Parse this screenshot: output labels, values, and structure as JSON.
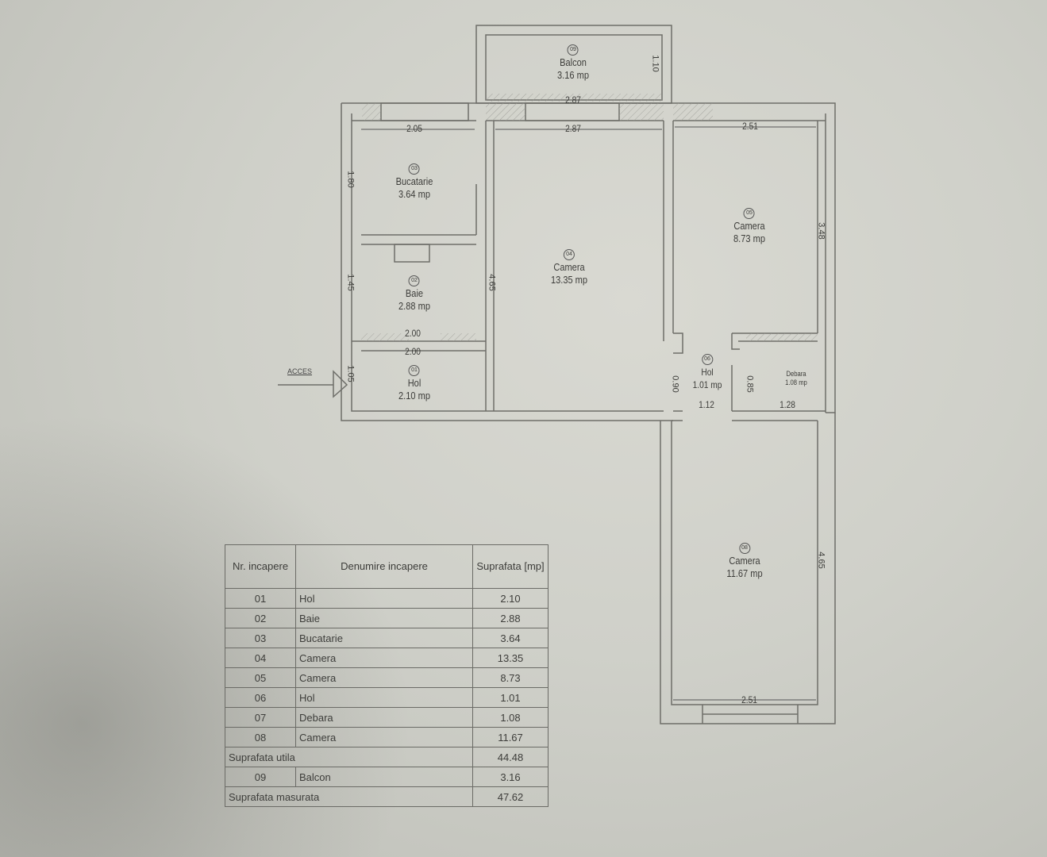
{
  "document": {
    "type": "floor-plan",
    "access_label": "ACCES"
  },
  "rooms": [
    {
      "nr": "01",
      "name": "Hol",
      "area": "2.10 mp"
    },
    {
      "nr": "02",
      "name": "Baie",
      "area": "2.88 mp"
    },
    {
      "nr": "03",
      "name": "Bucatarie",
      "area": "3.64 mp"
    },
    {
      "nr": "04",
      "name": "Camera",
      "area": "13.35 mp"
    },
    {
      "nr": "05",
      "name": "Camera",
      "area": "8.73 mp"
    },
    {
      "nr": "06",
      "name": "Hol",
      "area": "1.01 mp"
    },
    {
      "nr": "07",
      "name": "Debara",
      "area": "1.08 mp"
    },
    {
      "nr": "08",
      "name": "Camera",
      "area": "11.67 mp"
    },
    {
      "nr": "09",
      "name": "Balcon",
      "area": "3.16 mp"
    }
  ],
  "dimensions": {
    "balcon_width": "2.87",
    "balcon_depth": "1.10",
    "camera04_width": "2.87",
    "camera04_depth": "4.65",
    "bucatarie_width": "2.05",
    "bucatarie_depth": "1.80",
    "baie_width": "2.00",
    "baie_depth": "1.45",
    "hol01_width": "2.00",
    "hol01_depth": "1.05",
    "camera05_width": "2.51",
    "camera05_depth": "3.48",
    "hol06_width": "1.12",
    "hol06_depth": "0.90",
    "debara_width": "1.28",
    "debara_depth": "0.85",
    "camera08_width": "2.51",
    "camera08_depth": "4.65"
  },
  "legend": {
    "headers": {
      "nr": "Nr. incapere",
      "name": "Denumire incapere",
      "area": "Suprafata [mp]"
    },
    "rows": [
      {
        "nr": "01",
        "name": "Hol",
        "area": "2.10"
      },
      {
        "nr": "02",
        "name": "Baie",
        "area": "2.88"
      },
      {
        "nr": "03",
        "name": "Bucatarie",
        "area": "3.64"
      },
      {
        "nr": "04",
        "name": "Camera",
        "area": "13.35"
      },
      {
        "nr": "05",
        "name": "Camera",
        "area": "8.73"
      },
      {
        "nr": "06",
        "name": "Hol",
        "area": "1.01"
      },
      {
        "nr": "07",
        "name": "Debara",
        "area": "1.08"
      },
      {
        "nr": "08",
        "name": "Camera",
        "area": "11.67"
      }
    ],
    "subtotal_label": "Suprafata utila",
    "subtotal_value": "44.48",
    "balcony_row": {
      "nr": "09",
      "name": "Balcon",
      "area": "3.16"
    },
    "total_label": "Suprafata masurata",
    "total_value": "47.62"
  }
}
